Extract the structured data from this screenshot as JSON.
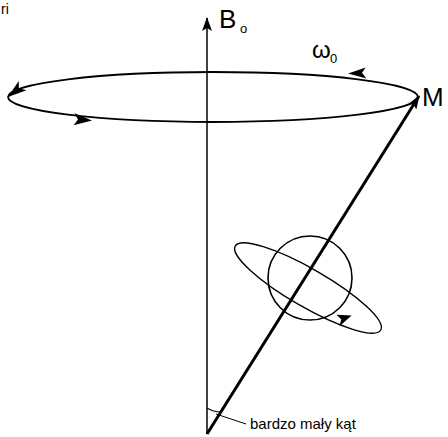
{
  "diagram": {
    "labels": [
      "ri",
      "B",
      "o",
      "ω",
      "0",
      "M",
      "bardzo mały kąt"
    ]
  }
}
